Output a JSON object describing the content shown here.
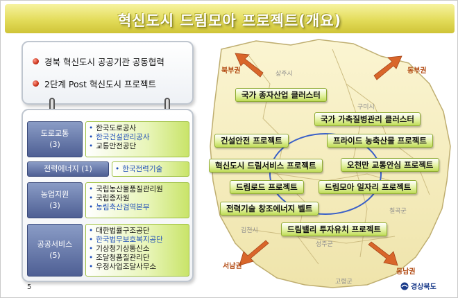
{
  "title": "혁신도시 드림모아 프로젝트(개요)",
  "top_bullets": [
    "경북 혁신도시 공공기관 공동협력",
    "2단계 Post 혁신도시 프로젝트"
  ],
  "groups": [
    {
      "category": "도로교통",
      "count": "(3)",
      "items": [
        {
          "text": "한국도로공사",
          "blue": false
        },
        {
          "text": "한국건설관리공사",
          "blue": true
        },
        {
          "text": "교통안전공단",
          "blue": false
        }
      ]
    },
    {
      "category": "전력에너지 (1)",
      "count": "",
      "items": [
        {
          "text": "한국전력기술",
          "blue": true
        }
      ]
    },
    {
      "category": "농업지원",
      "count": "(3)",
      "items": [
        {
          "text": "국립농산물품질관리원",
          "blue": false
        },
        {
          "text": "국립종자원",
          "blue": false
        },
        {
          "text": "농림축산검역본부",
          "blue": true
        }
      ]
    },
    {
      "category": "공공서비스",
      "count": "(5)",
      "items": [
        {
          "text": "대한법률구조공단",
          "blue": false
        },
        {
          "text": "한국법무보호복지공단",
          "blue": true
        },
        {
          "text": "기상청기상통신소",
          "blue": false
        },
        {
          "text": "조달청품질관리단",
          "blue": false
        },
        {
          "text": "우정사업조달사무소",
          "blue": false
        }
      ]
    }
  ],
  "projects": [
    "국가 종자산업 클러스터",
    "국가 가축질병관리 클러스터",
    "건설안전 프로젝트",
    "프라이드 농축산물 프로젝트",
    "혁신도시 드림서비스 프로젝트",
    "오천만 교통안심 프로젝트",
    "드림로드 프로젝트",
    "드림모아 일자리 프로젝트",
    "전력기술 창조에너지 벨트",
    "드림밸리 투자유치 프로젝트"
  ],
  "regions": {
    "nw": "북부권",
    "ne": "동부권",
    "sw": "서남권",
    "se": "동남권"
  },
  "cities": {
    "sangju": "상주시",
    "gumi": "구미시",
    "chilgok": "칠곡군",
    "gimcheon": "김천시",
    "seongju": "성주군",
    "goryeong": "고령군"
  },
  "page_number": "5",
  "logo_text": "경상북도",
  "colors": {
    "accent_title": "#e3dc5a",
    "category": "#4e5f94",
    "project_green": "#bedb56",
    "region": "#b24a12",
    "arrow": "#d9662a"
  }
}
